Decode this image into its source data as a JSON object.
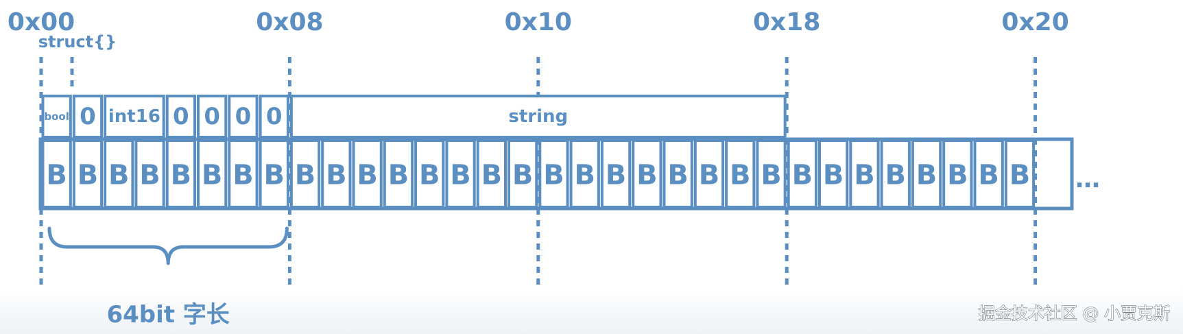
{
  "diagram": {
    "addresses": [
      "0x00",
      "0x08",
      "0x10",
      "0x18",
      "0x20"
    ],
    "struct_label": "struct{}",
    "fields": [
      {
        "label": "bool",
        "span": 1,
        "size": "small"
      },
      {
        "label": "0",
        "span": 1,
        "size": "large"
      },
      {
        "label": "int16",
        "span": 2,
        "size": "medium"
      },
      {
        "label": "0",
        "span": 1,
        "size": "large"
      },
      {
        "label": "0",
        "span": 1,
        "size": "large"
      },
      {
        "label": "0",
        "span": 1,
        "size": "large"
      },
      {
        "label": "0",
        "span": 1,
        "size": "large"
      },
      {
        "label": "string",
        "span": 16,
        "size": "medium"
      }
    ],
    "byte_label": "B",
    "byte_count": 32,
    "continuation": "…",
    "word_label": "64bit 字长",
    "watermark": "掘金技术社区 @ 小贾克斯",
    "colors": {
      "primary": "#5b8fc2",
      "background": "#ffffff"
    }
  }
}
